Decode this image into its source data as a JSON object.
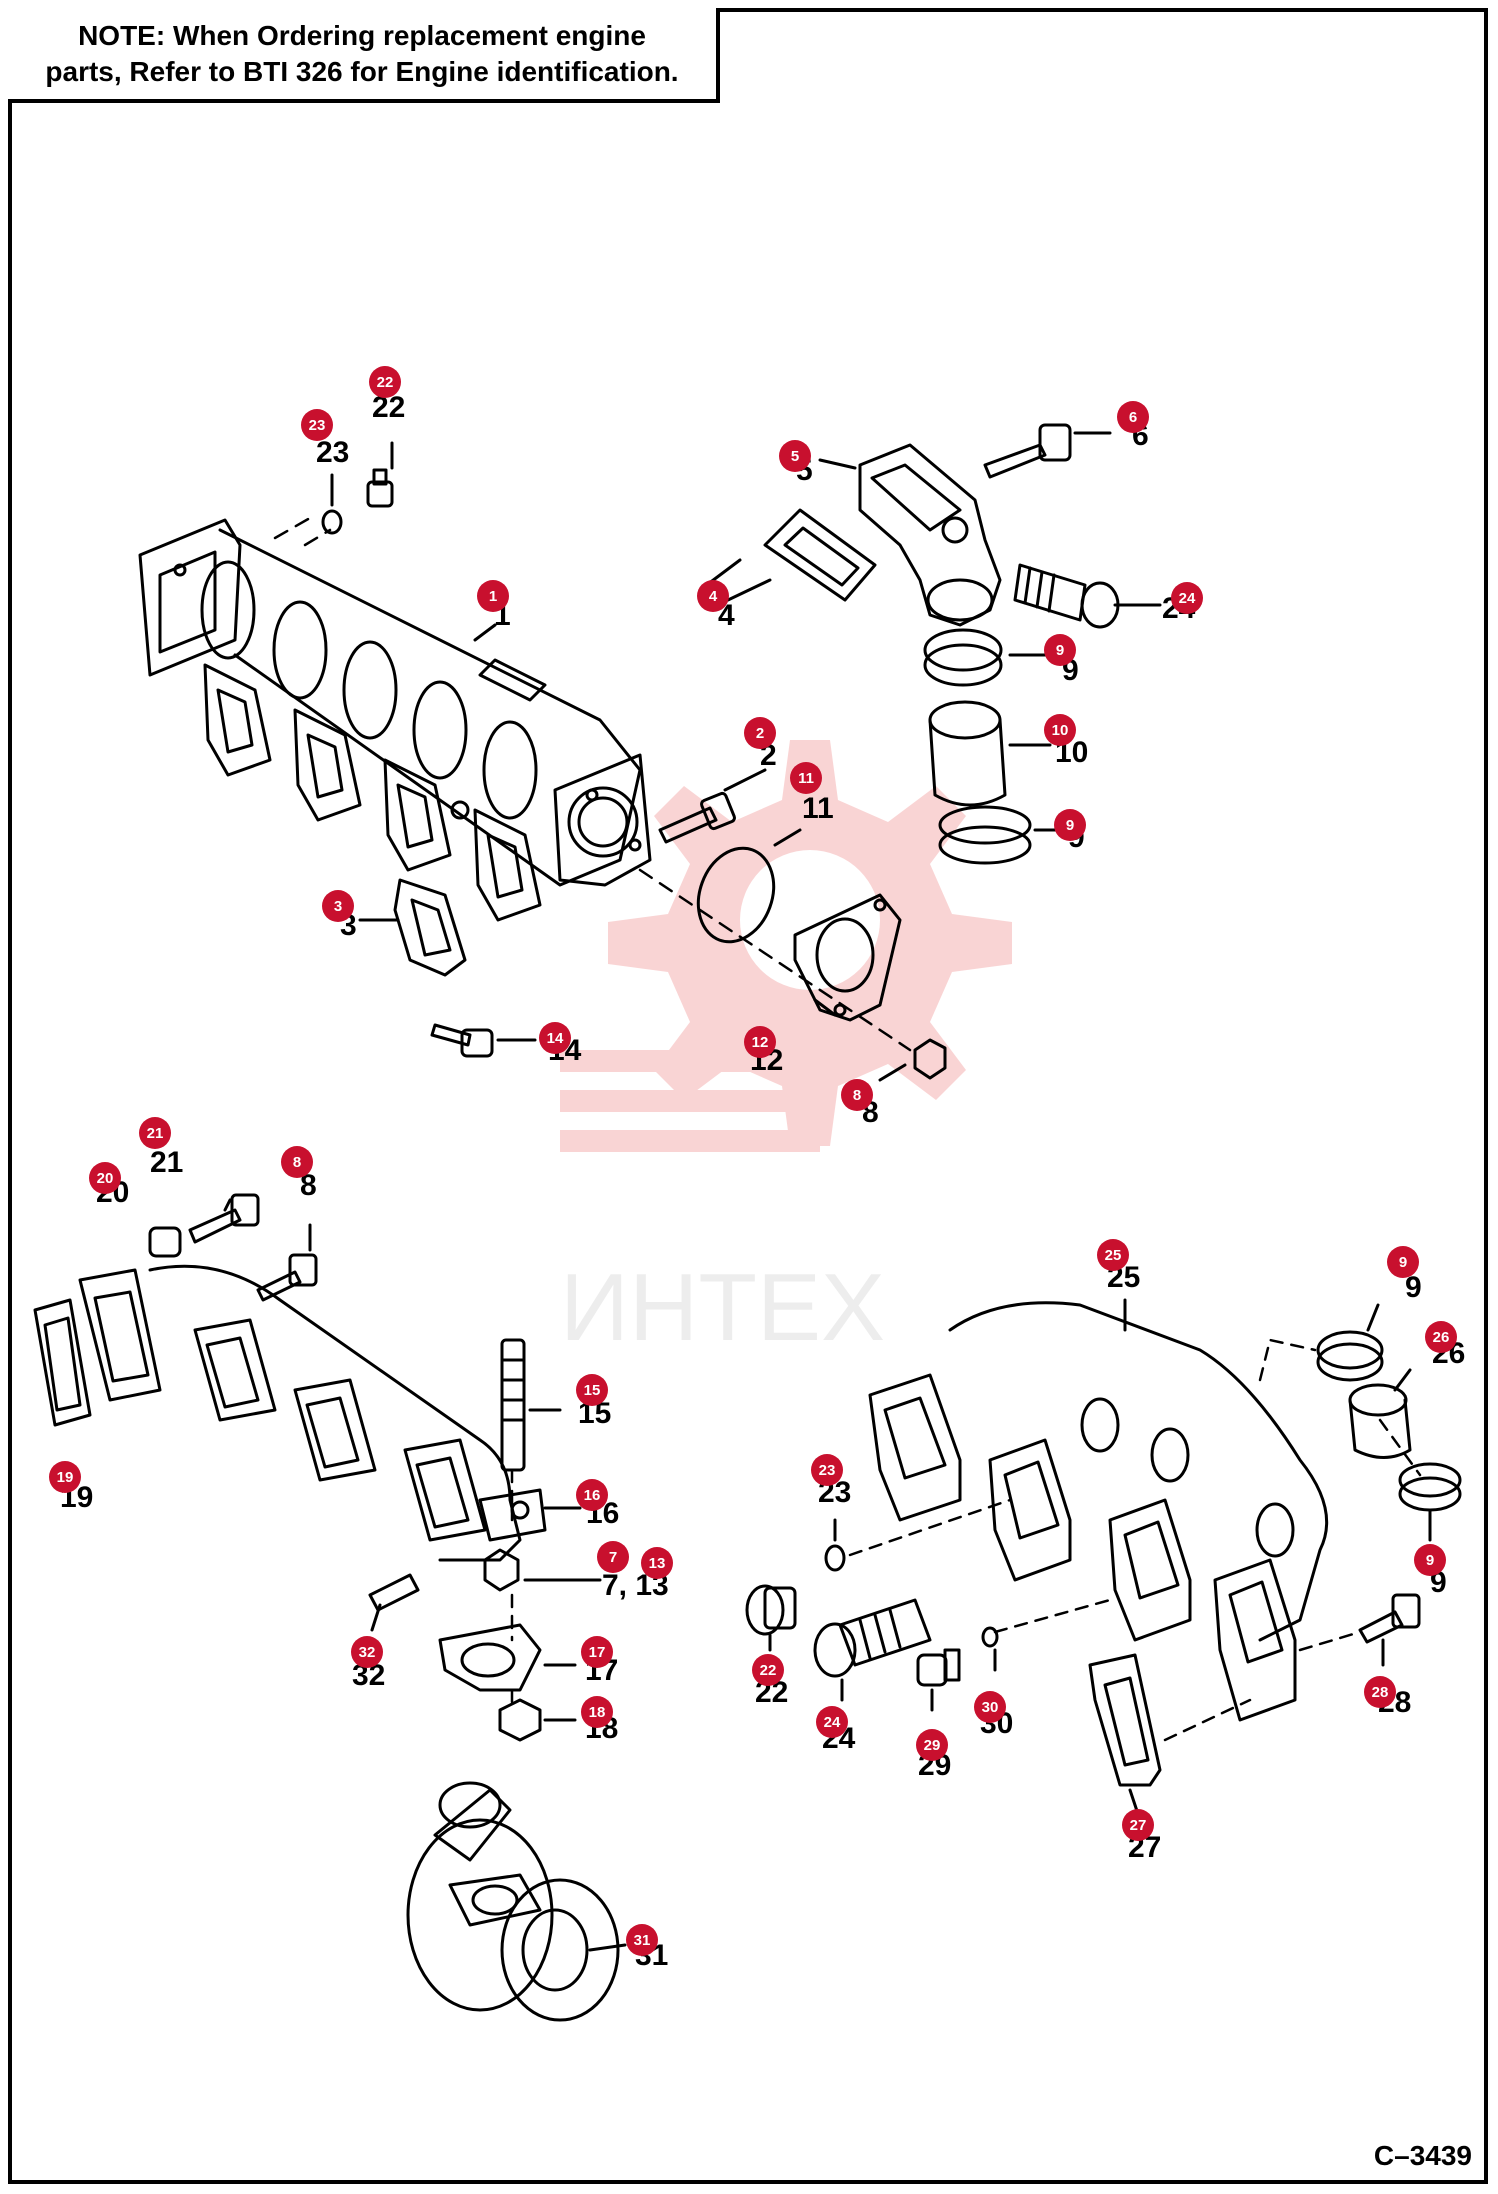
{
  "note": {
    "lead": "NOTE:",
    "line1": " When Ordering replacement engine",
    "line2": "parts, Refer to BTI 326 for Engine identification."
  },
  "figure_id": "C–3439",
  "watermark": {
    "text": "ИНТЕХ",
    "color": "#e84040"
  },
  "accent_color": "#c8102e",
  "callouts": [
    {
      "id": "c1",
      "label": "1",
      "badge": "1"
    },
    {
      "id": "c2",
      "label": "2",
      "badge": "2"
    },
    {
      "id": "c3",
      "label": "3",
      "badge": "3"
    },
    {
      "id": "c4",
      "label": "4",
      "badge": "4"
    },
    {
      "id": "c5",
      "label": "5",
      "badge": "5"
    },
    {
      "id": "c6",
      "label": "6",
      "badge": "6"
    },
    {
      "id": "c8a",
      "label": "8",
      "badge": "8"
    },
    {
      "id": "c8b",
      "label": "8",
      "badge": "8"
    },
    {
      "id": "c9a",
      "label": "9",
      "badge": "9"
    },
    {
      "id": "c9b",
      "label": "9",
      "badge": "9"
    },
    {
      "id": "c9c",
      "label": "9",
      "badge": "9"
    },
    {
      "id": "c9d",
      "label": "9",
      "badge": "9"
    },
    {
      "id": "c10",
      "label": "10",
      "badge": "10"
    },
    {
      "id": "c11",
      "label": "11",
      "badge": "11"
    },
    {
      "id": "c12",
      "label": "12",
      "badge": "12"
    },
    {
      "id": "c14",
      "label": "14",
      "badge": "14"
    },
    {
      "id": "c15",
      "label": "15",
      "badge": "15"
    },
    {
      "id": "c16",
      "label": "16",
      "badge": "16"
    },
    {
      "id": "c713",
      "label": "7, 13",
      "badge": "7",
      "badge2": "13"
    },
    {
      "id": "c17",
      "label": "17",
      "badge": "17"
    },
    {
      "id": "c18",
      "label": "18",
      "badge": "18"
    },
    {
      "id": "c19",
      "label": "19",
      "badge": "19"
    },
    {
      "id": "c20",
      "label": "20",
      "badge": "20"
    },
    {
      "id": "c21",
      "label": "21",
      "badge": "21"
    },
    {
      "id": "c22a",
      "label": "22",
      "badge": "22"
    },
    {
      "id": "c22b",
      "label": "22",
      "badge": "22"
    },
    {
      "id": "c23a",
      "label": "23",
      "badge": "23"
    },
    {
      "id": "c23b",
      "label": "23",
      "badge": "23"
    },
    {
      "id": "c24a",
      "label": "24",
      "badge": "24"
    },
    {
      "id": "c24b",
      "label": "24",
      "badge": "24"
    },
    {
      "id": "c25",
      "label": "25",
      "badge": "25"
    },
    {
      "id": "c26",
      "label": "26",
      "badge": "26"
    },
    {
      "id": "c27",
      "label": "27",
      "badge": "27"
    },
    {
      "id": "c28",
      "label": "28",
      "badge": "28"
    },
    {
      "id": "c29",
      "label": "29",
      "badge": "29"
    },
    {
      "id": "c30",
      "label": "30",
      "badge": "30"
    },
    {
      "id": "c31",
      "label": "31",
      "badge": "31"
    },
    {
      "id": "c32",
      "label": "32",
      "badge": "32"
    }
  ]
}
